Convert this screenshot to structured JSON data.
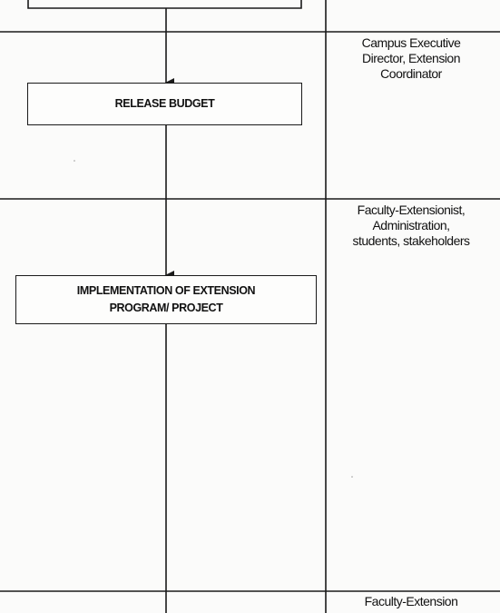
{
  "process_steps": [
    {
      "id": "previous-step",
      "label": ""
    },
    {
      "id": "release-budget",
      "label": "RELEASE BUDGET"
    },
    {
      "id": "implementation",
      "label_line1": "IMPLEMENTATION OF EXTENSION",
      "label_line2": "PROGRAM/ PROJECT"
    }
  ],
  "responsible": [
    {
      "line1": "Campus Executive",
      "line2": "Director, Extension",
      "line3": "Coordinator"
    },
    {
      "line1": "Faculty-Extensionist,",
      "line2": "Administration,",
      "line3": "students, stakeholders"
    },
    {
      "line1": "Faculty-Extension",
      "line2": ""
    }
  ],
  "colors": {
    "line": "#1a1a1a",
    "background": "#fbfbfa"
  }
}
